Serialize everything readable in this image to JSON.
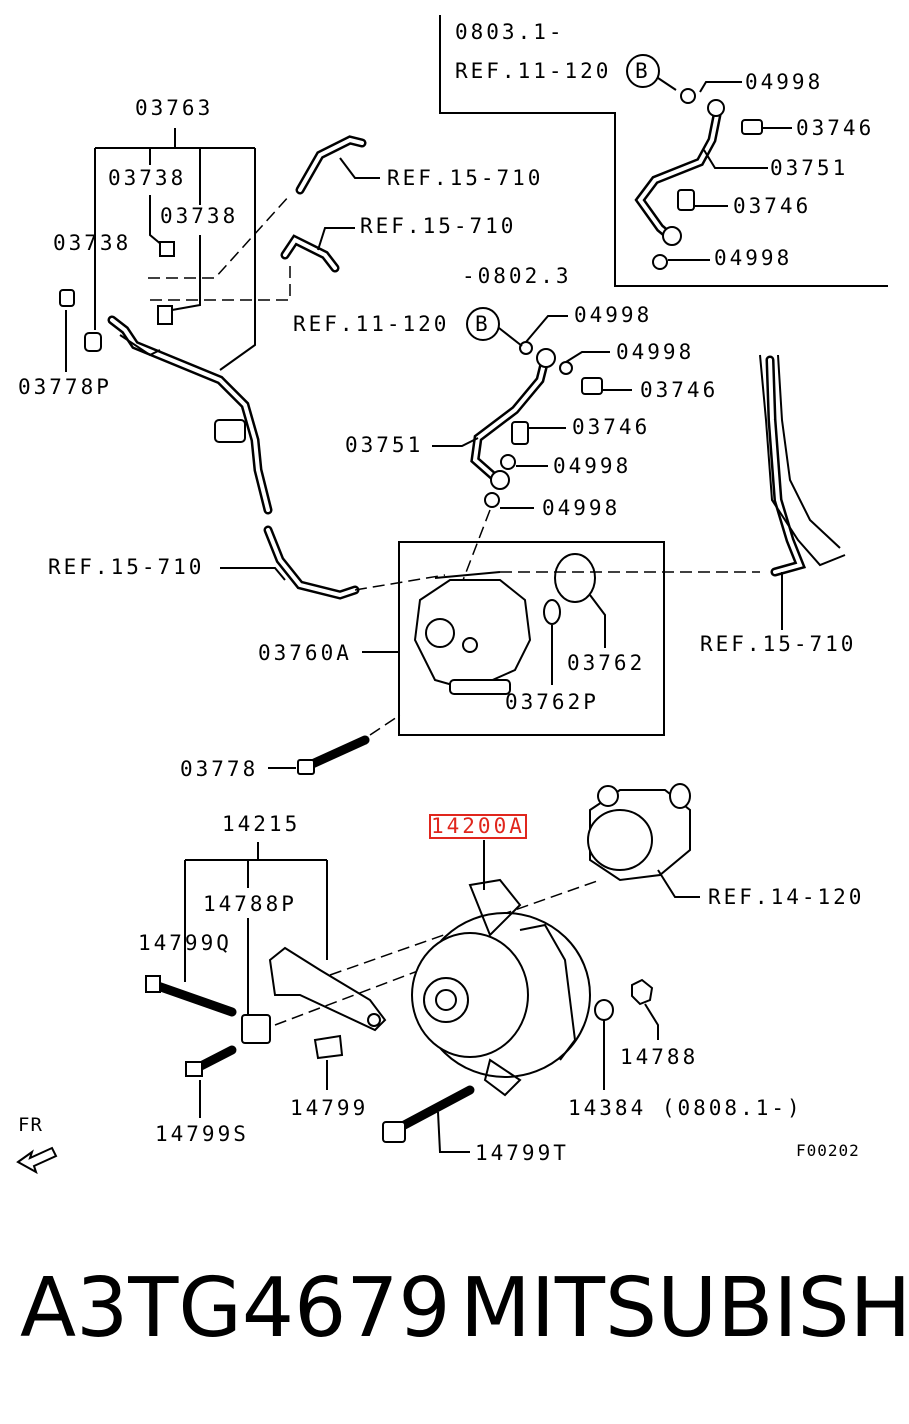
{
  "labels": {
    "l_03763": "03763",
    "l_03738_a": "03738",
    "l_03738_b": "03738",
    "l_03738_c": "03738",
    "l_03778p": "03778P",
    "l_ref_15_710_a": "REF.15-710",
    "l_ref_15_710_b": "REF.15-710",
    "l_0803": "0803.1-",
    "l_ref_11_120_a": "REF.11-120",
    "l_04998_a": "04998",
    "l_03746_a": "03746",
    "l_03751_a": "03751",
    "l_03746_b": "03746",
    "l_04998_b": "04998",
    "l_0802": "-0802.3",
    "l_ref_11_120_b": "REF.11-120",
    "l_04998_c": "04998",
    "l_04998_d": "04998",
    "l_03746_c": "03746",
    "l_03751_b": "03751",
    "l_03746_d": "03746",
    "l_04998_e": "04998",
    "l_04998_f": "04998",
    "l_ref_15_710_c": "REF.15-710",
    "l_03760a": "03760A",
    "l_03762": "03762",
    "l_03762p": "03762P",
    "l_ref_15_710_d": "REF.15-710",
    "l_03778": "03778",
    "l_14215": "14215",
    "l_14200a": "14200A",
    "l_14788p": "14788P",
    "l_14799q": "14799Q",
    "l_ref_14_120": "REF.14-120",
    "l_14788": "14788",
    "l_14799": "14799",
    "l_14384": "14384 (0808.1-)",
    "l_14799s": "14799S",
    "l_14799t": "14799T",
    "l_fr": "FR",
    "l_f00202": "F00202",
    "circle_b1": "B",
    "circle_b2": "B"
  },
  "footer": {
    "part_number": "A3TG4679",
    "brand": "MITSUBISHI"
  },
  "highlight_color": "#e0261d"
}
